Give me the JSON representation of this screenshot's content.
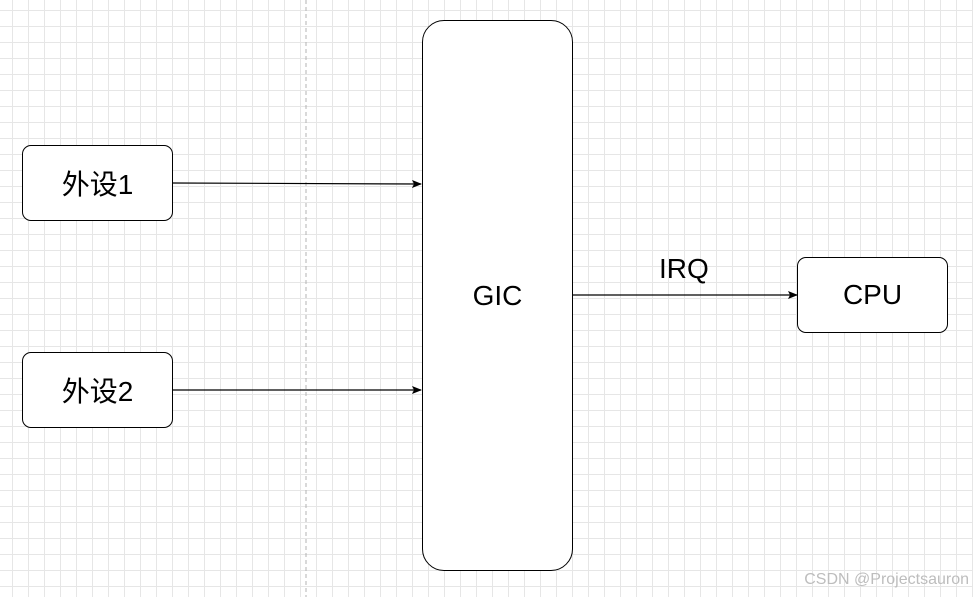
{
  "diagram": {
    "nodes": {
      "peripheral1": "外设1",
      "peripheral2": "外设2",
      "gic": "GIC",
      "cpu": "CPU"
    },
    "edge_label_irq": "IRQ",
    "edges": [
      {
        "from": "peripheral1",
        "to": "gic"
      },
      {
        "from": "peripheral2",
        "to": "gic"
      },
      {
        "from": "gic",
        "to": "cpu",
        "label": "IRQ"
      }
    ]
  },
  "watermark": "CSDN @Projectsauron"
}
